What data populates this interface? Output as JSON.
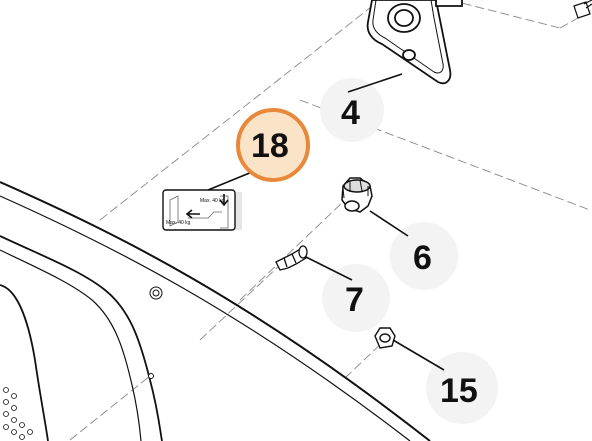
{
  "colors": {
    "line": "#111111",
    "dash": "#888888",
    "highlight_ring": "#e8883a",
    "highlight_fill": "#fbe3c8",
    "ghost_circle": "#f4f4f4",
    "label_bg": "#e6e6e6"
  },
  "callouts": {
    "part_4": "4",
    "part_6": "6",
    "part_7": "7",
    "part_15": "15",
    "part_18": "18"
  },
  "label_sticker": {
    "max_load_top": "Max. 40 kg",
    "max_load_side": "Max. 40 kg"
  }
}
